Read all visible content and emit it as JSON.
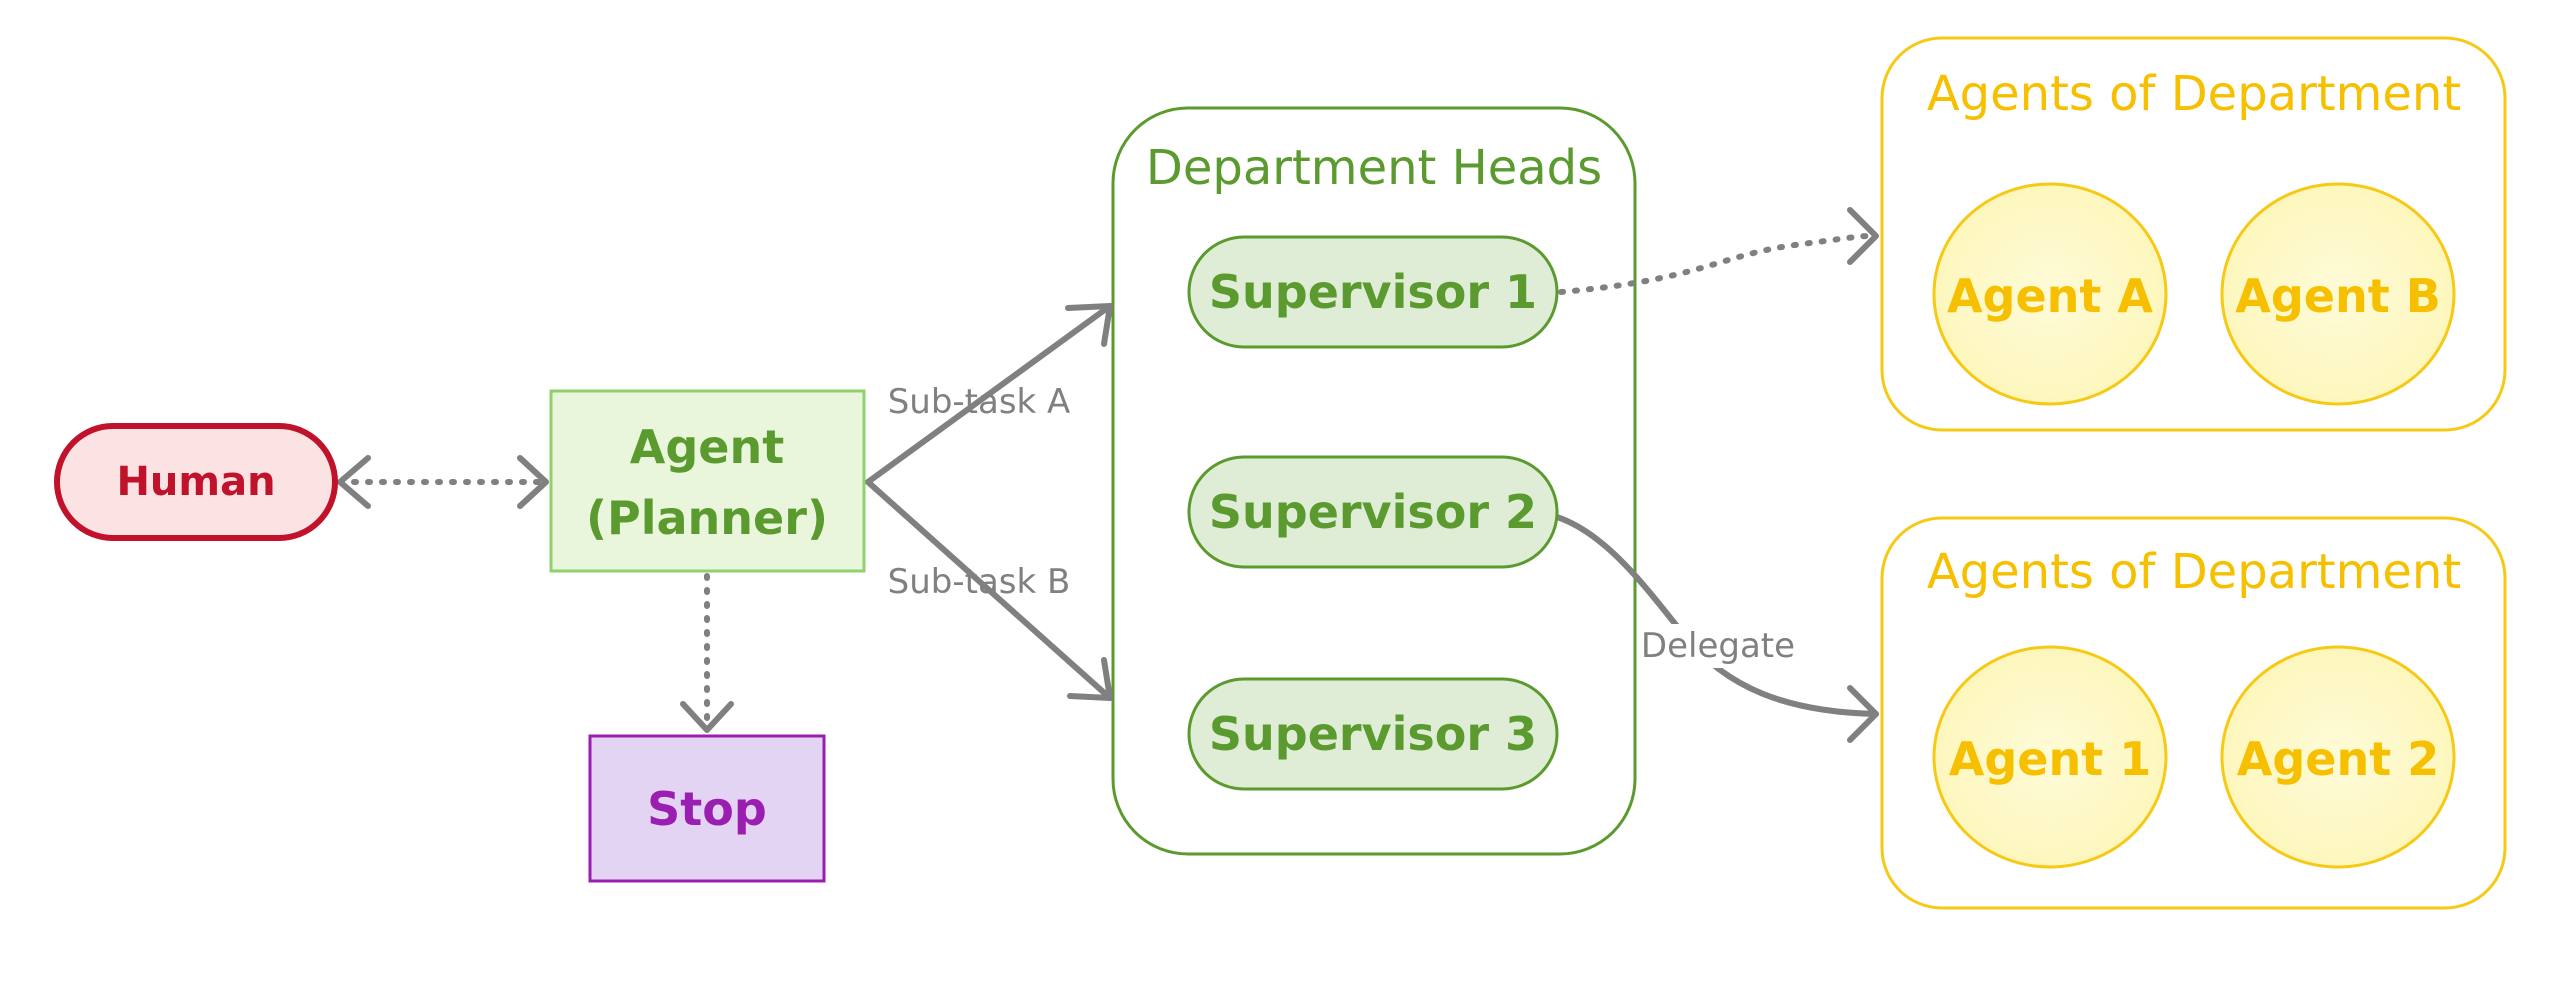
{
  "nodes": {
    "human": "Human",
    "planner_line1": "Agent",
    "planner_line2": "(Planner)",
    "stop": "Stop",
    "supervisor1": "Supervisor 1",
    "supervisor2": "Supervisor 2",
    "supervisor3": "Supervisor 3",
    "agent_a": "Agent A",
    "agent_b": "Agent B",
    "agent_1": "Agent 1",
    "agent_2": "Agent 2"
  },
  "groups": {
    "department_heads": "Department Heads",
    "agents_top": "Agents of Department",
    "agents_bottom": "Agents of Department"
  },
  "edges": {
    "subtask_a": "Sub-task A",
    "subtask_b": "Sub-task B",
    "delegate": "Delegate"
  },
  "colors": {
    "human_fill": "#fbe3e4",
    "human_stroke": "#c0122b",
    "planner_fill": "#e9f6dc",
    "planner_stroke": "#8fd16a",
    "planner_text": "#5a9a2e",
    "stop_fill": "#e3d4f3",
    "stop_stroke": "#9a1fb1",
    "supervisor_fill": "#dfecd6",
    "supervisor_stroke": "#5a9a2e",
    "agents_stroke": "#f6c915",
    "agents_fill": "#fdf8c8",
    "agents_text": "#f6c000",
    "edge": "#808080"
  }
}
